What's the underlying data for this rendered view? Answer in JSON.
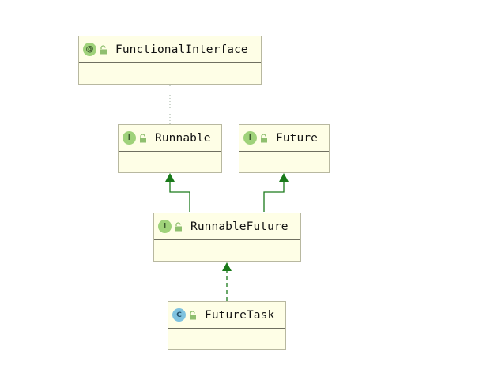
{
  "diagram": {
    "nodes": [
      {
        "id": "functional",
        "label": "FunctionalInterface",
        "badge": "@",
        "kind": "annotation"
      },
      {
        "id": "runnable",
        "label": "Runnable",
        "badge": "I",
        "kind": "interface"
      },
      {
        "id": "future",
        "label": "Future",
        "badge": "I",
        "kind": "interface"
      },
      {
        "id": "runnablefuture",
        "label": "RunnableFuture",
        "badge": "I",
        "kind": "interface"
      },
      {
        "id": "futuretask",
        "label": "FutureTask",
        "badge": "C",
        "kind": "class"
      }
    ],
    "edges": [
      {
        "from": "runnable",
        "to": "functional",
        "style": "dotted"
      },
      {
        "from": "runnablefuture",
        "to": "runnable",
        "style": "solid-inheritance"
      },
      {
        "from": "runnablefuture",
        "to": "future",
        "style": "solid-inheritance"
      },
      {
        "from": "futuretask",
        "to": "runnablefuture",
        "style": "dashed-implementation"
      }
    ]
  },
  "colors": {
    "node_fill": "#fefee6",
    "node_border": "#b8b8a0",
    "arrow_green": "#1a7a1a",
    "dotted_line": "#a0b0a0",
    "interface_badge": "#9fd27a",
    "class_badge": "#7fc2df"
  }
}
